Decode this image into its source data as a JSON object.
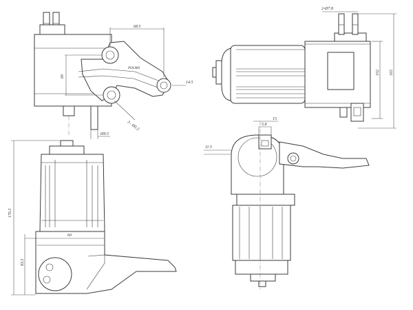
{
  "drawing": {
    "colors": {
      "line": "#3a3a3a",
      "background": "#ffffff"
    },
    "views": {
      "top_left": {
        "brand_label": "POLMO",
        "dims": {
          "width": "68.5",
          "height": "69",
          "offset": "14.5",
          "hole": "3 - Ø5.5",
          "tube": "Ø9.5"
        }
      },
      "top_right": {
        "dims": {
          "thread": "2-Ø7.8",
          "height_inner": "102",
          "height_outer": "165"
        }
      },
      "bottom_left": {
        "dims": {
          "total_height": "176.5",
          "width": "60",
          "base_height": "83.5"
        }
      },
      "bottom_right": {
        "dims": {
          "terminal": "5.8",
          "terminal_offset": "15",
          "boss": "11.5"
        }
      }
    }
  }
}
